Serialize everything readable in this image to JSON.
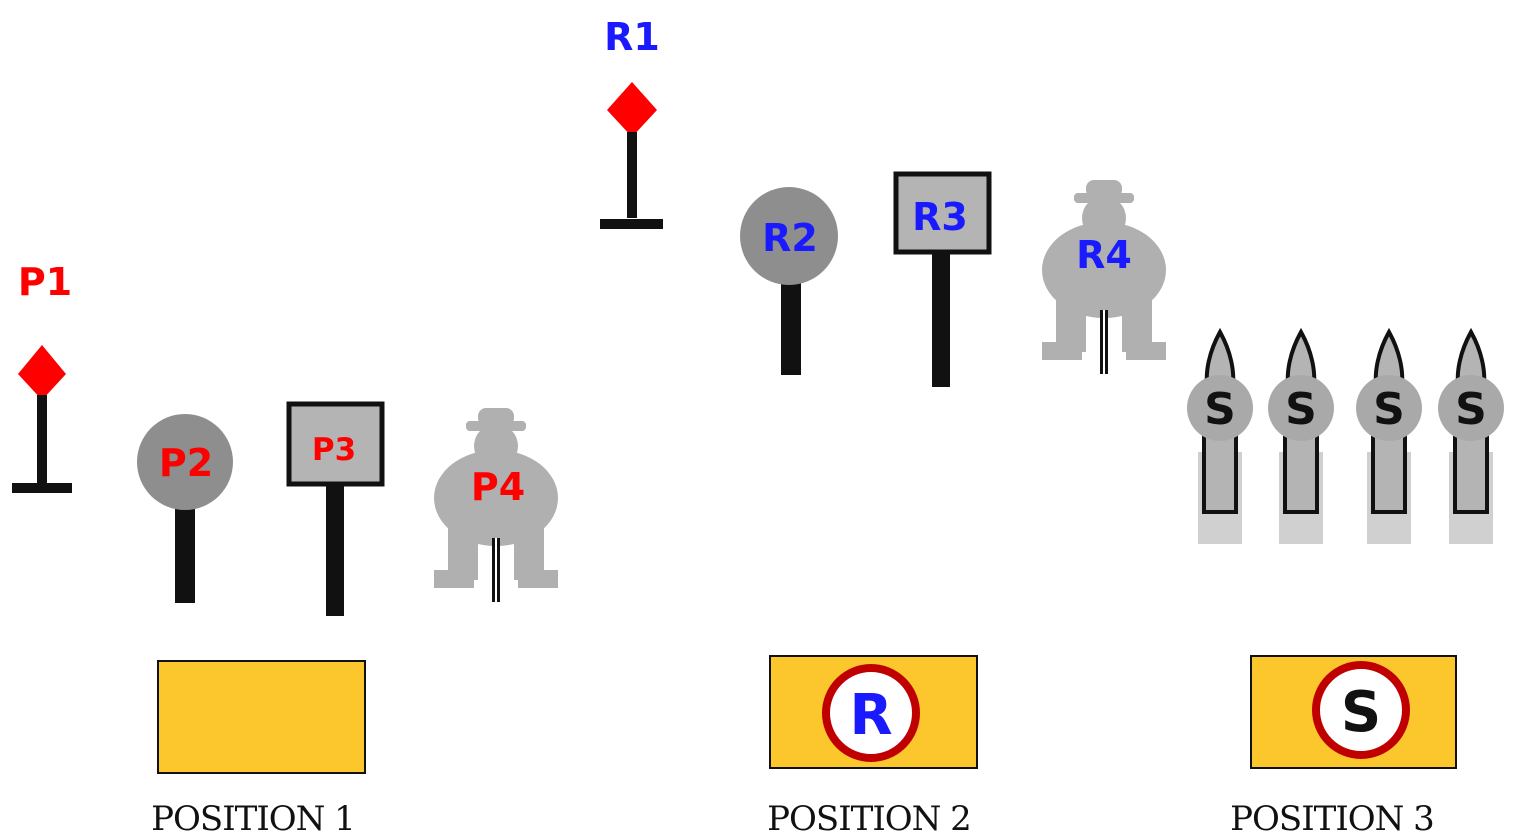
{
  "colors": {
    "pistol_red": "#ff0000",
    "rifle_blue": "#1a1aff",
    "shotgun_black": "#111111",
    "box_yellow": "#fbc72d",
    "ring_red": "#c00000",
    "target_gray": "#b4b4b4",
    "plate_gray": "#8e8e8e",
    "post_black": "#111111"
  },
  "targets": {
    "p1": "P1",
    "p2": "P2",
    "p3": "P3",
    "p4": "P4",
    "r1": "R1",
    "r2": "R2",
    "r3": "R3",
    "r4": "R4",
    "s": "S"
  },
  "positions": {
    "pos1": {
      "label": "POSITION 1",
      "marker": ""
    },
    "pos2": {
      "label": "POSITION 2",
      "marker": "R"
    },
    "pos3": {
      "label": "POSITION 3",
      "marker": "S"
    }
  }
}
